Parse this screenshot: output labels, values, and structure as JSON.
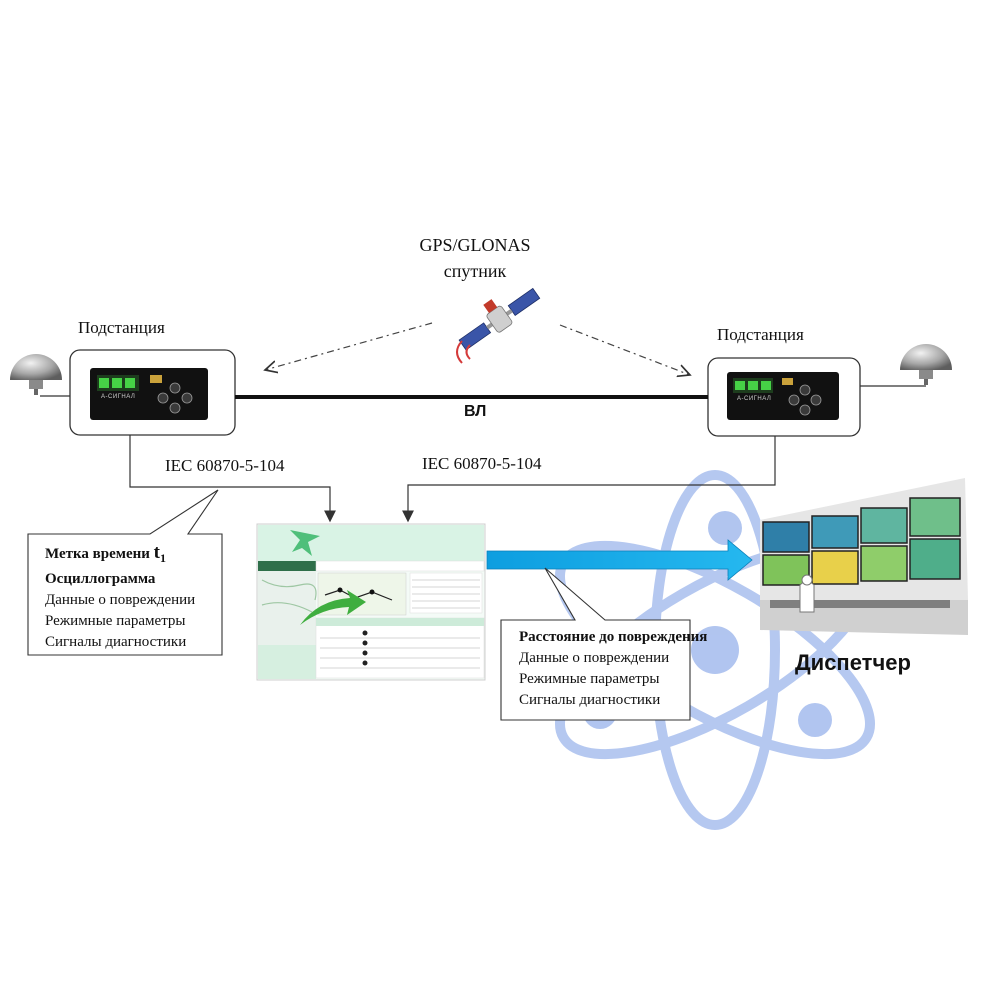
{
  "satellite": {
    "line1": "GPS/GLONAS",
    "line2": "спутник"
  },
  "substation_left": {
    "label": "Подстанция"
  },
  "substation_right": {
    "label": "Подстанция"
  },
  "line_label": "ВЛ",
  "protocol_left": "IEC 60870-5-104",
  "protocol_right": "IEC 60870-5-104",
  "device_screen_text": "А-СИГНАЛ",
  "callout_left": {
    "title": "Метка времени",
    "title_sub": "t",
    "title_sub_index": "1",
    "items": [
      "Осциллограмма",
      "Данные о повреждении",
      "Режимные параметры",
      "Сигналы диагностики"
    ]
  },
  "callout_right": {
    "items": [
      "Расстояние до повреждения",
      "Данные о повреждении",
      "Режимные параметры",
      "Сигналы диагностики"
    ]
  },
  "dispatcher_label": "Диспетчер",
  "colors": {
    "arrow": "#1aa7e8",
    "atom": "#9db5ea",
    "device_green": "#37c237",
    "software_green": "#6ccf9a"
  }
}
